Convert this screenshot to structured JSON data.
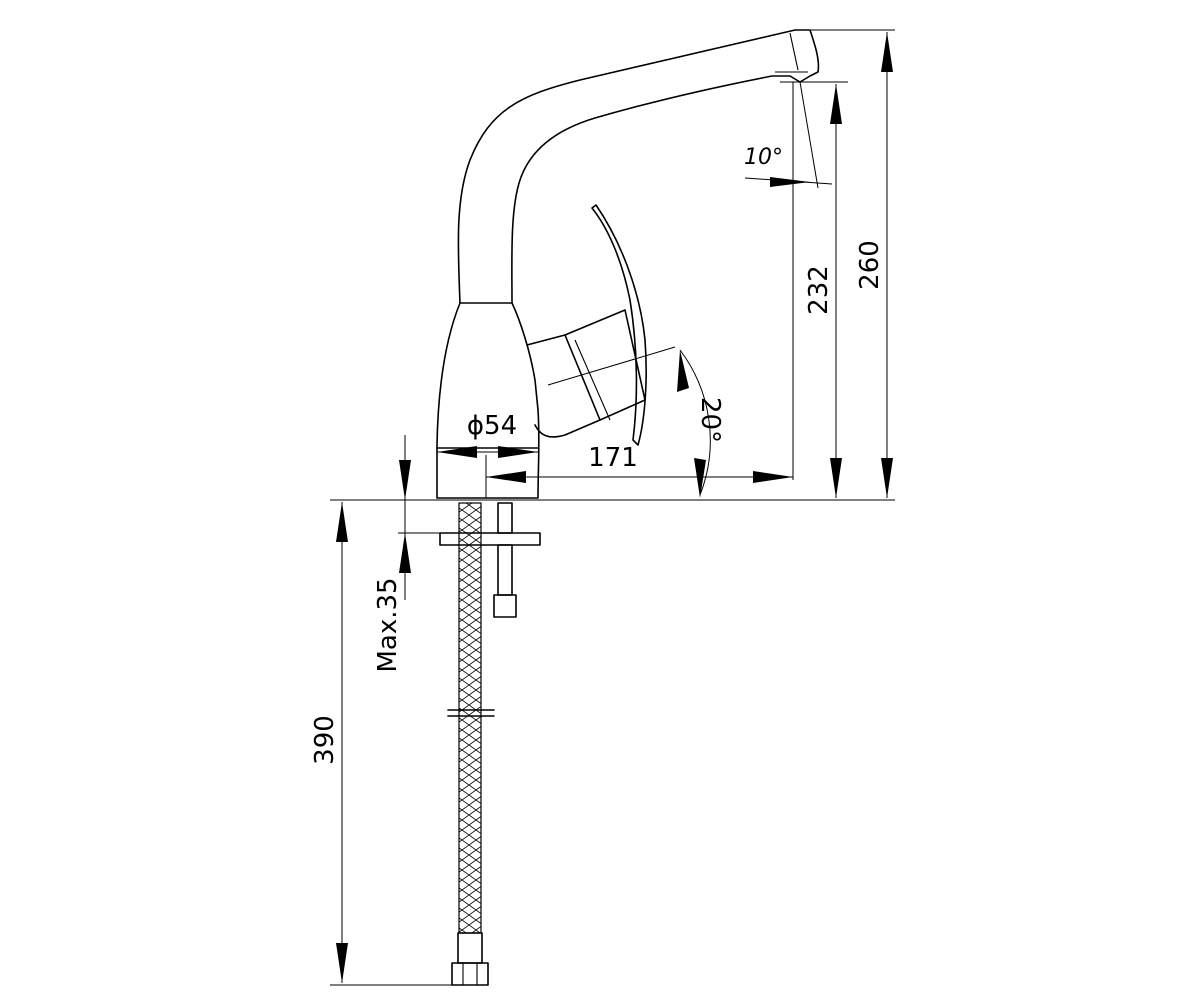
{
  "drawing": {
    "dimensions": {
      "height_total": "260",
      "height_outlet": "232",
      "reach": "171",
      "base_diameter": "ϕ54",
      "hose_length": "390",
      "max_deck_thickness": "Max.35",
      "spout_angle": "10°",
      "lever_angle": "20°"
    },
    "colors": {
      "line": "#000000",
      "background": "#ffffff"
    }
  }
}
